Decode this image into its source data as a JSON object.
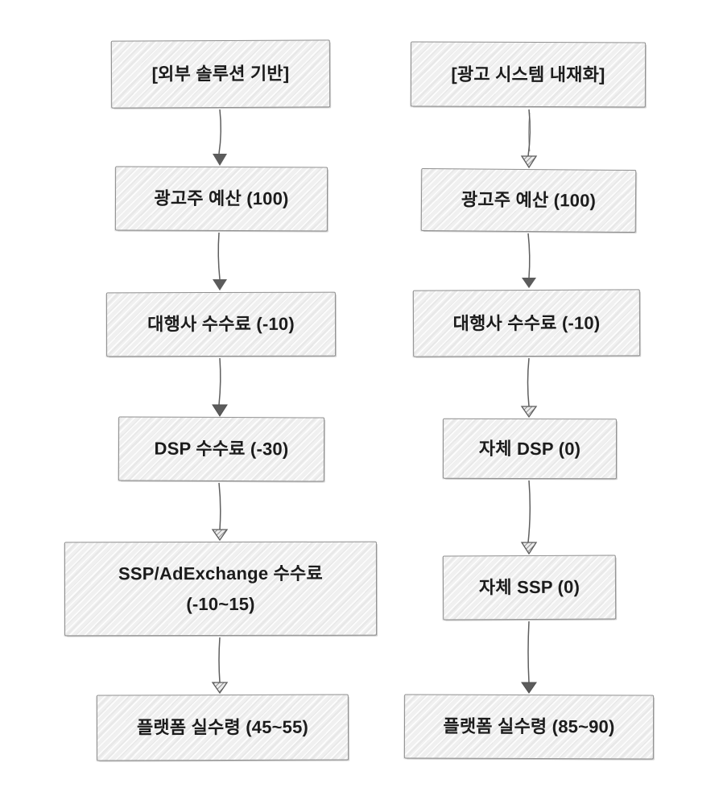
{
  "diagram": {
    "left": {
      "nodes": [
        "[외부 솔루션 기반]",
        "광고주 예산 (100)",
        "대행사 수수료 (-10)",
        "DSP 수수료 (-30)",
        "SSP/AdExchange 수수료\n(-10~15)",
        "플랫폼 실수령 (45~55)"
      ]
    },
    "right": {
      "nodes": [
        "[광고 시스템 내재화]",
        "광고주 예산 (100)",
        "대행사 수수료 (-10)",
        "자체 DSP (0)",
        "자체 SSP (0)",
        "플랫폼 실수령 (85~90)"
      ]
    },
    "colors": {
      "canvas": "#ffffff",
      "node_fill": "#f0f0f0",
      "node_border": "#8f8f8f",
      "arrow": "#5f5f5f",
      "text": "#1c1c1c"
    }
  }
}
